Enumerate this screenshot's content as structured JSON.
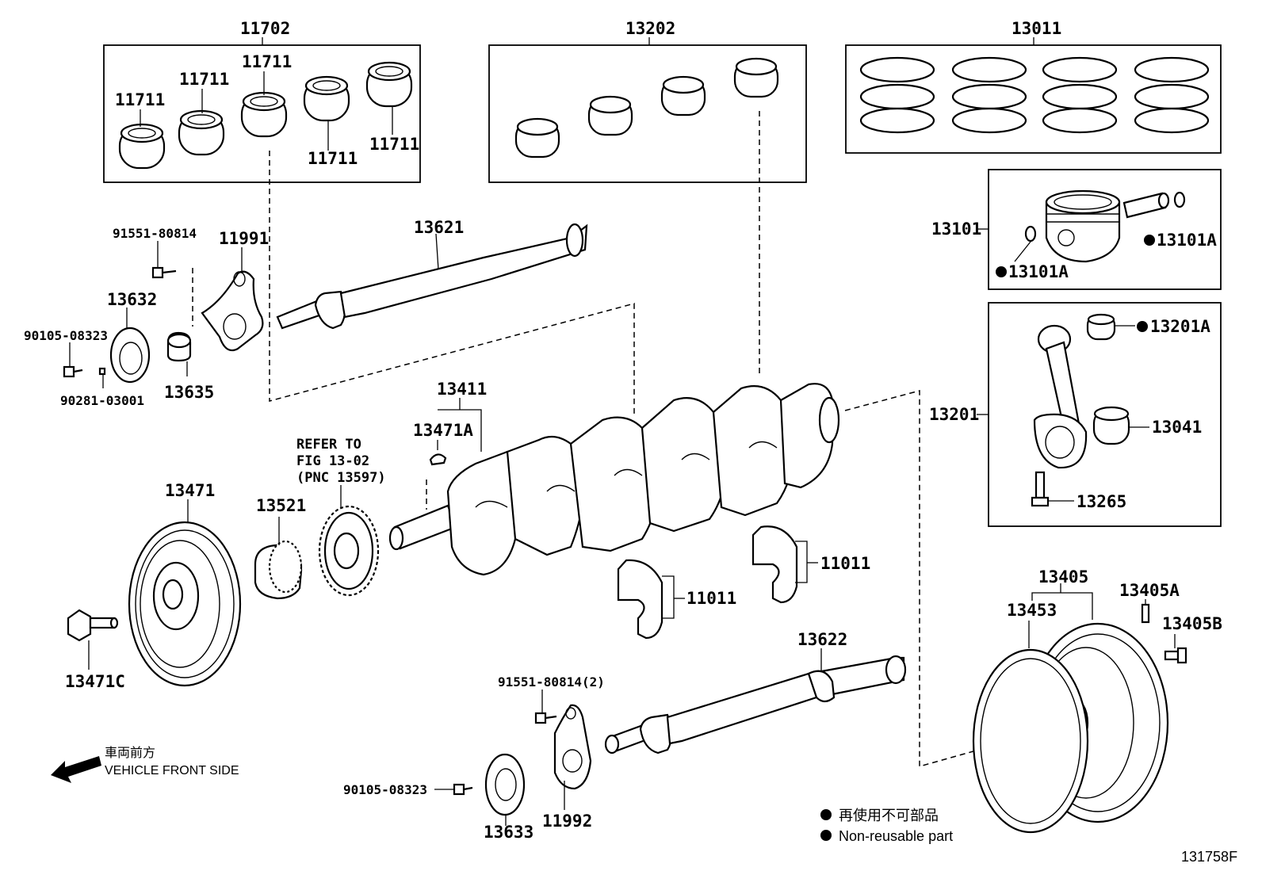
{
  "labels": {
    "l11702": "11702",
    "l11711a": "11711",
    "l11711b": "11711",
    "l11711c": "11711",
    "l11711d": "11711",
    "l11711e": "11711",
    "l13202": "13202",
    "l13011": "13011",
    "l13101": "13101",
    "l13101A_left": "13101A",
    "l13101A_right": "13101A",
    "l13201": "13201",
    "l13201A": "13201A",
    "l13041": "13041",
    "l13265": "13265",
    "l13621": "13621",
    "l91551_80814": "91551-80814",
    "l11991": "11991",
    "l13632": "13632",
    "l90105_08323_top": "90105-08323",
    "l90281_03001": "90281-03001",
    "l13635": "13635",
    "l13411": "13411",
    "l13471A": "13471A",
    "l13471": "13471",
    "l13521": "13521",
    "l11011a": "11011",
    "l11011b": "11011",
    "l13471C": "13471C",
    "l13622": "13622",
    "l91551_80814_2": "91551-80814(2)",
    "l90105_08323_bottom": "90105-08323",
    "l13633": "13633",
    "l11992": "11992",
    "l13405": "13405",
    "l13405A": "13405A",
    "l13405B": "13405B",
    "l13453": "13453"
  },
  "refer_note": {
    "line1": "REFER TO",
    "line2": "FIG 13-02",
    "line3": "(PNC 13597)"
  },
  "front_side": {
    "jp": "車両前方",
    "en": "VEHICLE FRONT SIDE"
  },
  "legend": {
    "jp": "再使用不可部品",
    "en": "Non-reusable part"
  },
  "figure_id": "131758F"
}
